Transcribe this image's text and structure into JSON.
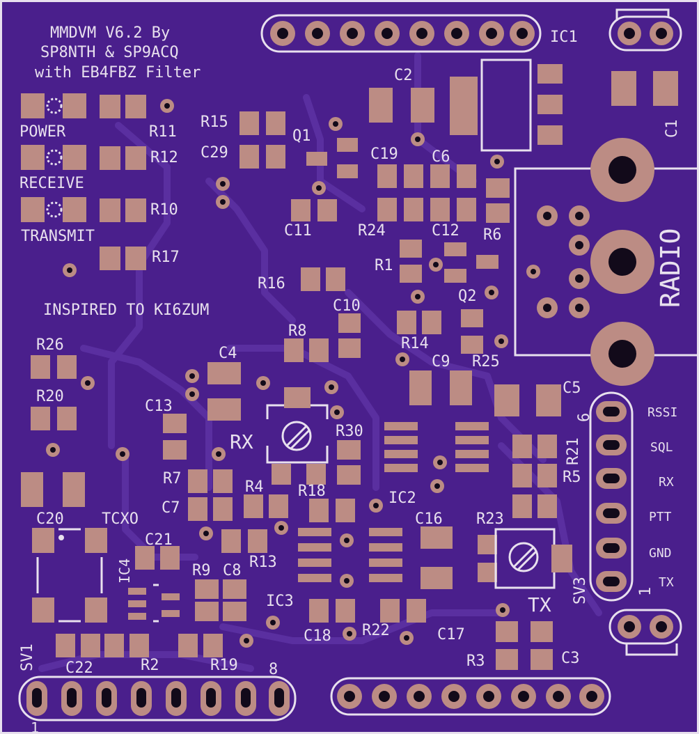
{
  "board": {
    "title_line1": "MMDVM V6.2 By",
    "title_line2": "SP8NTH & SP9ACQ",
    "title_line3": "with EB4FBZ Filter",
    "inspired": "INSPIRED TO KI6ZUM",
    "colors": {
      "substrate": "#4a1f8c",
      "pad": "#bc8c84",
      "silk": "#e8e0ee",
      "trace": "#5a2fa0"
    }
  },
  "leds": {
    "power": "POWER",
    "receive": "RECEIVE",
    "transmit": "TRANSMIT"
  },
  "labels": {
    "ic1": "IC1",
    "c2": "C2",
    "c1": "C1",
    "r11": "R11",
    "r12": "R12",
    "r10": "R10",
    "r17": "R17",
    "r15": "R15",
    "c29": "C29",
    "q1": "Q1",
    "c19": "C19",
    "c6": "C6",
    "c11": "C11",
    "r24": "R24",
    "c12": "C12",
    "r6": "R6",
    "r1": "R1",
    "r16": "R16",
    "q2": "Q2",
    "c10": "C10",
    "r8": "R8",
    "r14": "R14",
    "r26": "R26",
    "c4": "C4",
    "c9": "C9",
    "r25": "R25",
    "r20": "R20",
    "c13": "C13",
    "c5": "C5",
    "rx": "RX",
    "r30": "R30",
    "r21": "R21",
    "r5": "R5",
    "r7": "R7",
    "r4": "R4",
    "r18": "R18",
    "ic2": "IC2",
    "c7": "C7",
    "c20": "C20",
    "tcxo": "TCXO",
    "c21": "C21",
    "c16": "C16",
    "r23": "R23",
    "ic4": "IC4",
    "r13": "R13",
    "r9": "R9",
    "c8": "C8",
    "ic3": "IC3",
    "tx": "TX",
    "sv3": "SV3",
    "c18": "C18",
    "r22": "R22",
    "c17": "C17",
    "r3": "R3",
    "c3": "C3",
    "sv1": "SV1",
    "c22": "C22",
    "r2": "R2",
    "r19": "R19",
    "pin8": "8",
    "pin1_bottom": "1",
    "pin6": "6",
    "pin1_right": "1",
    "radio": "RADIO"
  },
  "sv3_pins": [
    "RSSI",
    "SQL",
    "RX",
    "PTT",
    "GND",
    "TX"
  ]
}
